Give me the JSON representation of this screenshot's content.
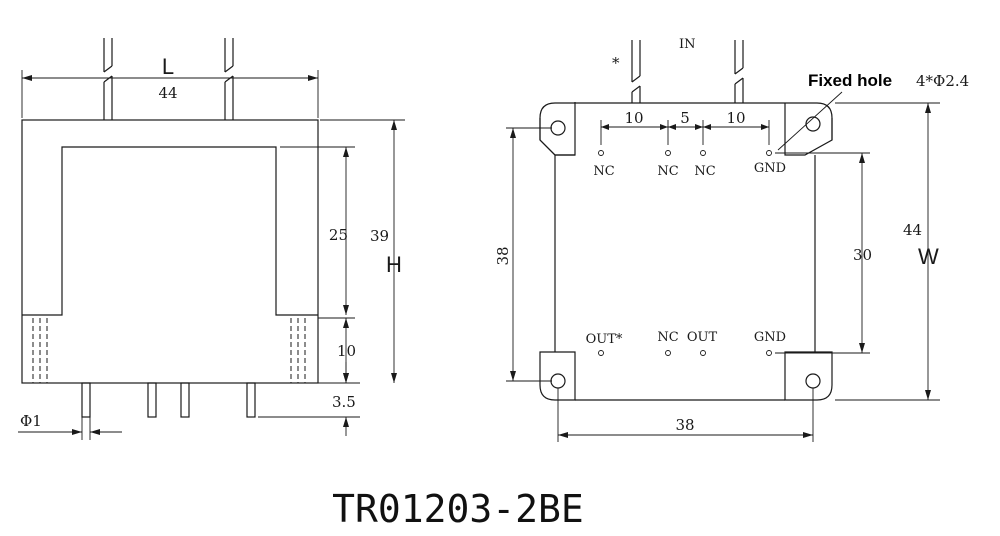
{
  "front_view": {
    "letter_L": "L",
    "width_value": "44",
    "dim_25": "25",
    "dim_39": "39",
    "letter_H": "H",
    "dim_10": "10",
    "dim_3_5": "3.5",
    "pin_diameter": "Φ1"
  },
  "top_view": {
    "star_mark": "*",
    "in_label": "IN",
    "fixed_hole_label": "Fixed hole",
    "fixed_hole_spec": "4*Φ2.4",
    "pitch_10_left": "10",
    "pitch_5": "5",
    "pitch_10_right": "10",
    "top_pins": [
      "NC",
      "NC",
      "NC",
      "GND"
    ],
    "bottom_pins": [
      "OUT*",
      "NC",
      "OUT",
      "GND"
    ],
    "dim_38_side": "38",
    "dim_30": "30",
    "dim_44": "44",
    "letter_W": "W",
    "dim_38_bottom": "38"
  },
  "model_name": "TR01203-2BE"
}
